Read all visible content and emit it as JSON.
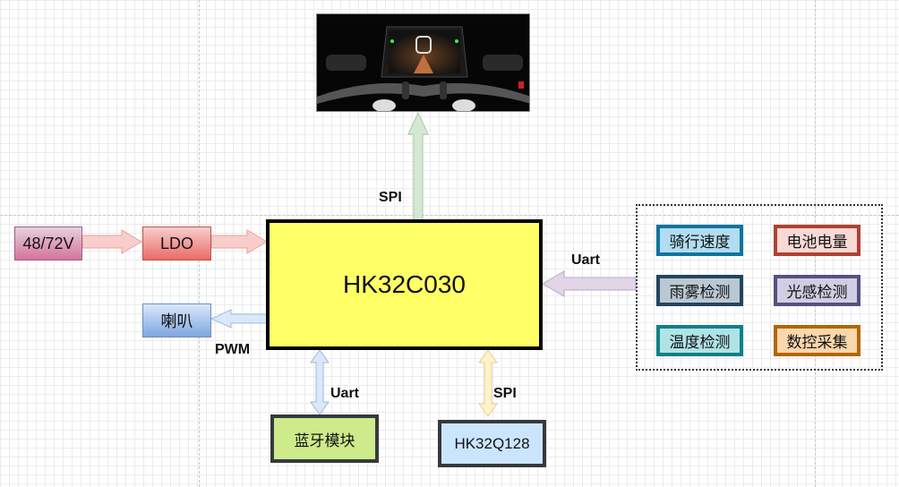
{
  "diagram": {
    "mcu": {
      "label": "HK32C030"
    },
    "power_source": {
      "label": "48/72V"
    },
    "ldo": {
      "label": "LDO"
    },
    "speaker": {
      "label": "喇叭"
    },
    "bluetooth": {
      "label": "蓝牙模块"
    },
    "flash": {
      "label": "HK32Q128"
    },
    "display_image": {
      "description_label": "motorcycle-dashboard"
    },
    "connections": {
      "display": "SPI",
      "sensors": "Uart",
      "speaker": "PWM",
      "bluetooth": "Uart",
      "flash": "SPI"
    },
    "sensors": [
      {
        "label": "骑行速度",
        "border": "#10739e",
        "fill": "#b1ddf0"
      },
      {
        "label": "电池电量",
        "border": "#ae4132",
        "fill": "#fad9d5"
      },
      {
        "label": "雨雾检测",
        "border": "#23445d",
        "fill": "#bac8d3"
      },
      {
        "label": "光感检测",
        "border": "#56517e",
        "fill": "#d0cee2"
      },
      {
        "label": "温度检测",
        "border": "#0e8088",
        "fill": "#b0e3e6"
      },
      {
        "label": "数控采集",
        "border": "#b46504",
        "fill": "#fad7ac"
      }
    ]
  }
}
